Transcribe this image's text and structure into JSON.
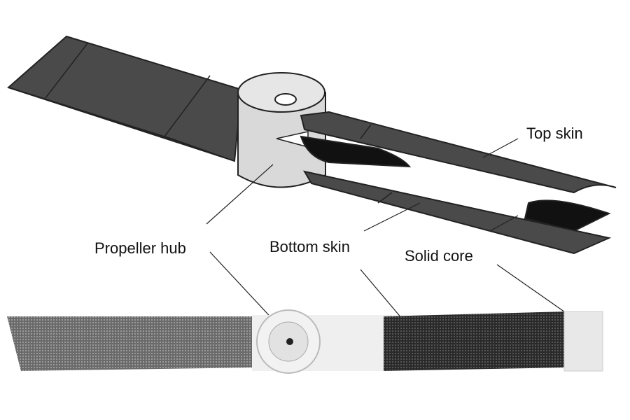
{
  "labels": {
    "top_skin": "Top skin",
    "propeller_hub": "Propeller hub",
    "bottom_skin": "Bottom skin",
    "solid_core": "Solid core"
  },
  "colors": {
    "skin": "#4a4a4a",
    "core": "#111111",
    "hub": "#d9d9d9",
    "carbon": "#1c1c1c"
  }
}
